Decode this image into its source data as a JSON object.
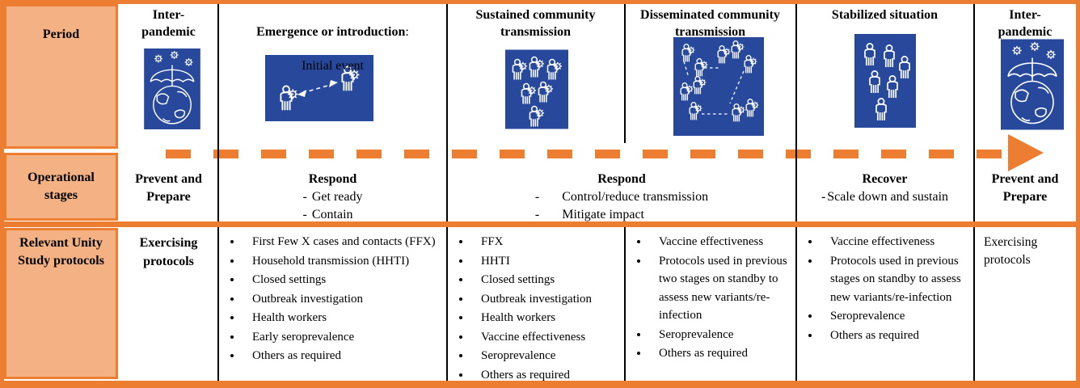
{
  "colors": {
    "frame_orange": "#ED7D31",
    "label_fill_orange": "#F4B183",
    "icon_blue": "#27489B",
    "line_black": "#000000"
  },
  "period_row": {
    "label": "Period",
    "columns": [
      {
        "title": "Inter-\npandemic",
        "icon": "umbrella-globe-icon"
      },
      {
        "title": "Emergence or introduction",
        "colon": ":",
        "subtitle": "Initial event",
        "icon": "person-to-person-transmission-icon"
      },
      {
        "title": "Sustained community\ntransmission",
        "icon": "infected-people-cluster-icon"
      },
      {
        "title": "Disseminated community\ntransmission",
        "icon": "infected-people-network-icon"
      },
      {
        "title": "Stabilized situation",
        "icon": "people-cluster-icon"
      },
      {
        "title": "Inter-\npandemic",
        "icon": "umbrella-globe-icon"
      }
    ]
  },
  "stages_row": {
    "label": "Operational\nstages",
    "cells": [
      {
        "title": "Prevent and\nPrepare",
        "details": []
      },
      {
        "title": "Respond",
        "details": [
          {
            "dash": "-",
            "text": "Get ready"
          },
          {
            "dash": "-",
            "text": "Contain"
          }
        ]
      },
      {
        "title": "Respond",
        "details": [
          {
            "dash": "-",
            "text": "Control/reduce transmission"
          },
          {
            "dash": "-",
            "text": "Mitigate impact"
          }
        ]
      },
      {
        "title": "Recover",
        "details": [
          {
            "dash": "-",
            "text": "Scale down and sustain"
          }
        ]
      },
      {
        "title": "Prevent and\nPrepare",
        "details": []
      }
    ]
  },
  "protocols_row": {
    "label": "Relevant Unity\nStudy protocols",
    "cells": [
      {
        "text": "Exercising\nprotocols"
      },
      {
        "bullets": [
          "First Few X cases and contacts (FFX)",
          "Household transmission (HHTI)",
          "Closed settings",
          "Outbreak investigation",
          "Health workers",
          "Early seroprevalence",
          "Others as required"
        ]
      },
      {
        "bullets": [
          "FFX",
          "HHTI",
          "Closed settings",
          "Outbreak investigation",
          "Health workers",
          "Vaccine effectiveness",
          "Seroprevalence",
          "Others as required"
        ]
      },
      {
        "bullets": [
          "Vaccine effectiveness",
          "Protocols used in previous two stages on standby to assess new variants/re-infection",
          "Seroprevalence",
          "Others as required"
        ]
      },
      {
        "bullets": [
          "Vaccine effectiveness",
          "Protocols used in previous stages on standby to assess new variants/re-infection",
          "Seroprevalence",
          "Others as required"
        ]
      },
      {
        "text": "Exercising\nprotocols"
      }
    ]
  }
}
